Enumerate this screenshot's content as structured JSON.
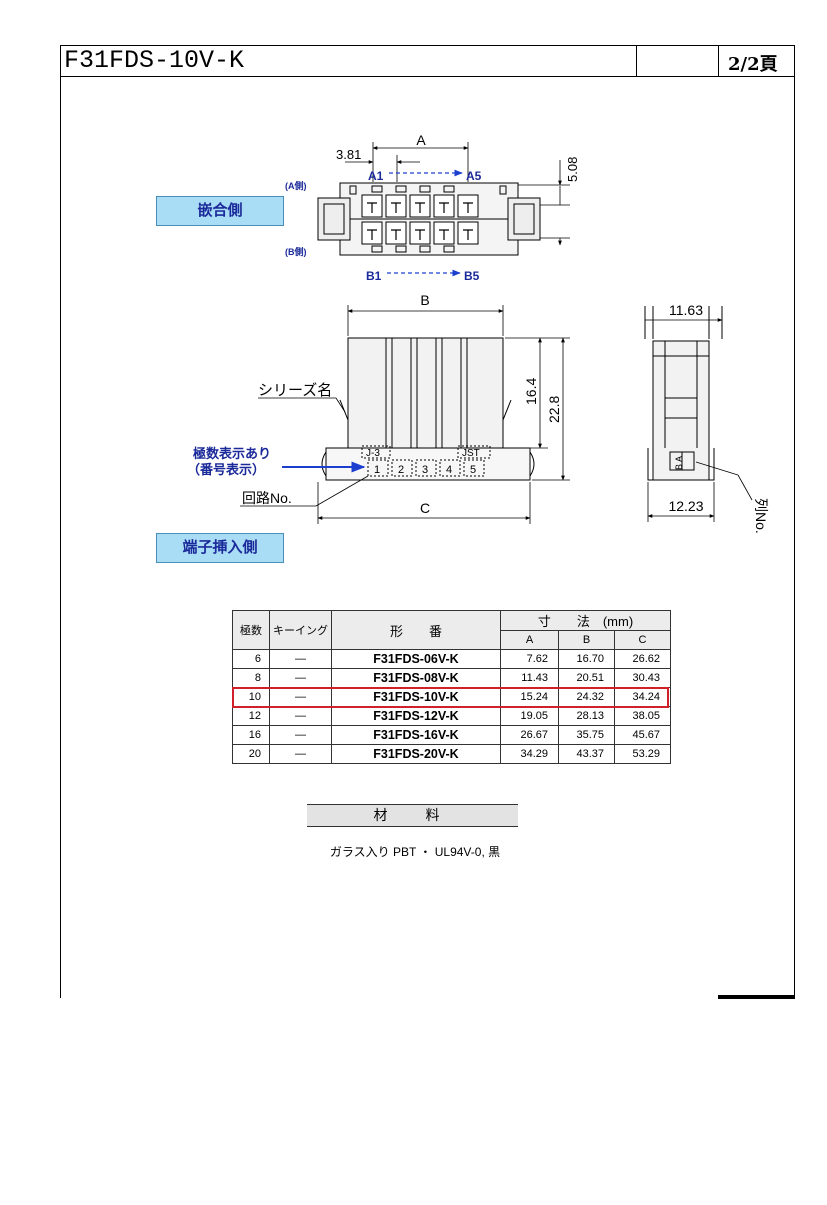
{
  "header": {
    "title": "F31FDS-10V-K",
    "page": "2/2頁"
  },
  "labels": {
    "fitting_side": "嵌合側",
    "terminal_side": "端子挿入側",
    "row_a": "(A側)",
    "row_b": "(B側)",
    "a1": "A1",
    "a5": "A5",
    "b1": "B1",
    "b5": "B5",
    "series_name": "シリーズ名",
    "polarity_note_1": "極数表示あり",
    "polarity_note_2": "（番号表示）",
    "circuit_no": "回路No.",
    "row_no": "列No.",
    "j3": "J-3",
    "jst": "JST",
    "cell_nums": [
      "1",
      "2",
      "3",
      "4",
      "5"
    ],
    "ba": "B A"
  },
  "dimensions": {
    "pitch": "3.81",
    "row_pitch": "5.08",
    "a": "A",
    "b": "B",
    "c": "C",
    "h1": "16.4",
    "h2": "22.8",
    "side_w1": "11.63",
    "side_w2": "12.23"
  },
  "table": {
    "headers": {
      "poles": "極数",
      "keying": "キーイング",
      "part_no": "形　　番",
      "dim": "寸　　法　(mm)",
      "a": "A",
      "b": "B",
      "c": "C"
    },
    "rows": [
      {
        "poles": "6",
        "keying": "—",
        "part_no": "F31FDS-06V-K",
        "a": "7.62",
        "b": "16.70",
        "c": "26.62"
      },
      {
        "poles": "8",
        "keying": "—",
        "part_no": "F31FDS-08V-K",
        "a": "11.43",
        "b": "20.51",
        "c": "30.43"
      },
      {
        "poles": "10",
        "keying": "—",
        "part_no": "F31FDS-10V-K",
        "a": "15.24",
        "b": "24.32",
        "c": "34.24"
      },
      {
        "poles": "12",
        "keying": "—",
        "part_no": "F31FDS-12V-K",
        "a": "19.05",
        "b": "28.13",
        "c": "38.05"
      },
      {
        "poles": "16",
        "keying": "—",
        "part_no": "F31FDS-16V-K",
        "a": "26.67",
        "b": "35.75",
        "c": "45.67"
      },
      {
        "poles": "20",
        "keying": "—",
        "part_no": "F31FDS-20V-K",
        "a": "34.29",
        "b": "43.37",
        "c": "53.29"
      }
    ],
    "highlight_color": "#d0202a"
  },
  "material": {
    "title": "材　料",
    "text": "ガラス入り PBT ・ UL94V-0, 黒"
  },
  "colors": {
    "label_fill": "#a9dcf5",
    "label_text": "#1b2a9a",
    "arrow_blue": "#1d3fd0"
  }
}
